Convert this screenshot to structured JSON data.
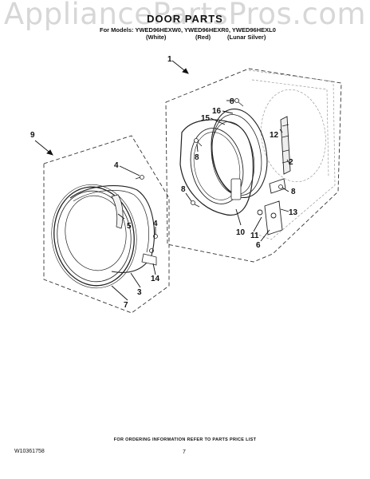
{
  "watermark": "AppliancePartsPros.com",
  "header": {
    "title": "DOOR PARTS",
    "models": "For Models: YWED96HEXW0, YWED96HEXR0, YWED96HEXL0",
    "colors": [
      "(White)",
      "(Red)",
      "(Lunar Silver)"
    ]
  },
  "callouts": [
    "1",
    "8",
    "16",
    "15",
    "12",
    "9",
    "8",
    "2",
    "4",
    "8",
    "8",
    "5",
    "13",
    "4",
    "10",
    "11",
    "6",
    "14",
    "3",
    "7"
  ],
  "footer": {
    "instruction": "FOR ORDERING INFORMATION REFER TO PARTS PRICE LIST",
    "part_number": "W10361758",
    "page": "7"
  }
}
